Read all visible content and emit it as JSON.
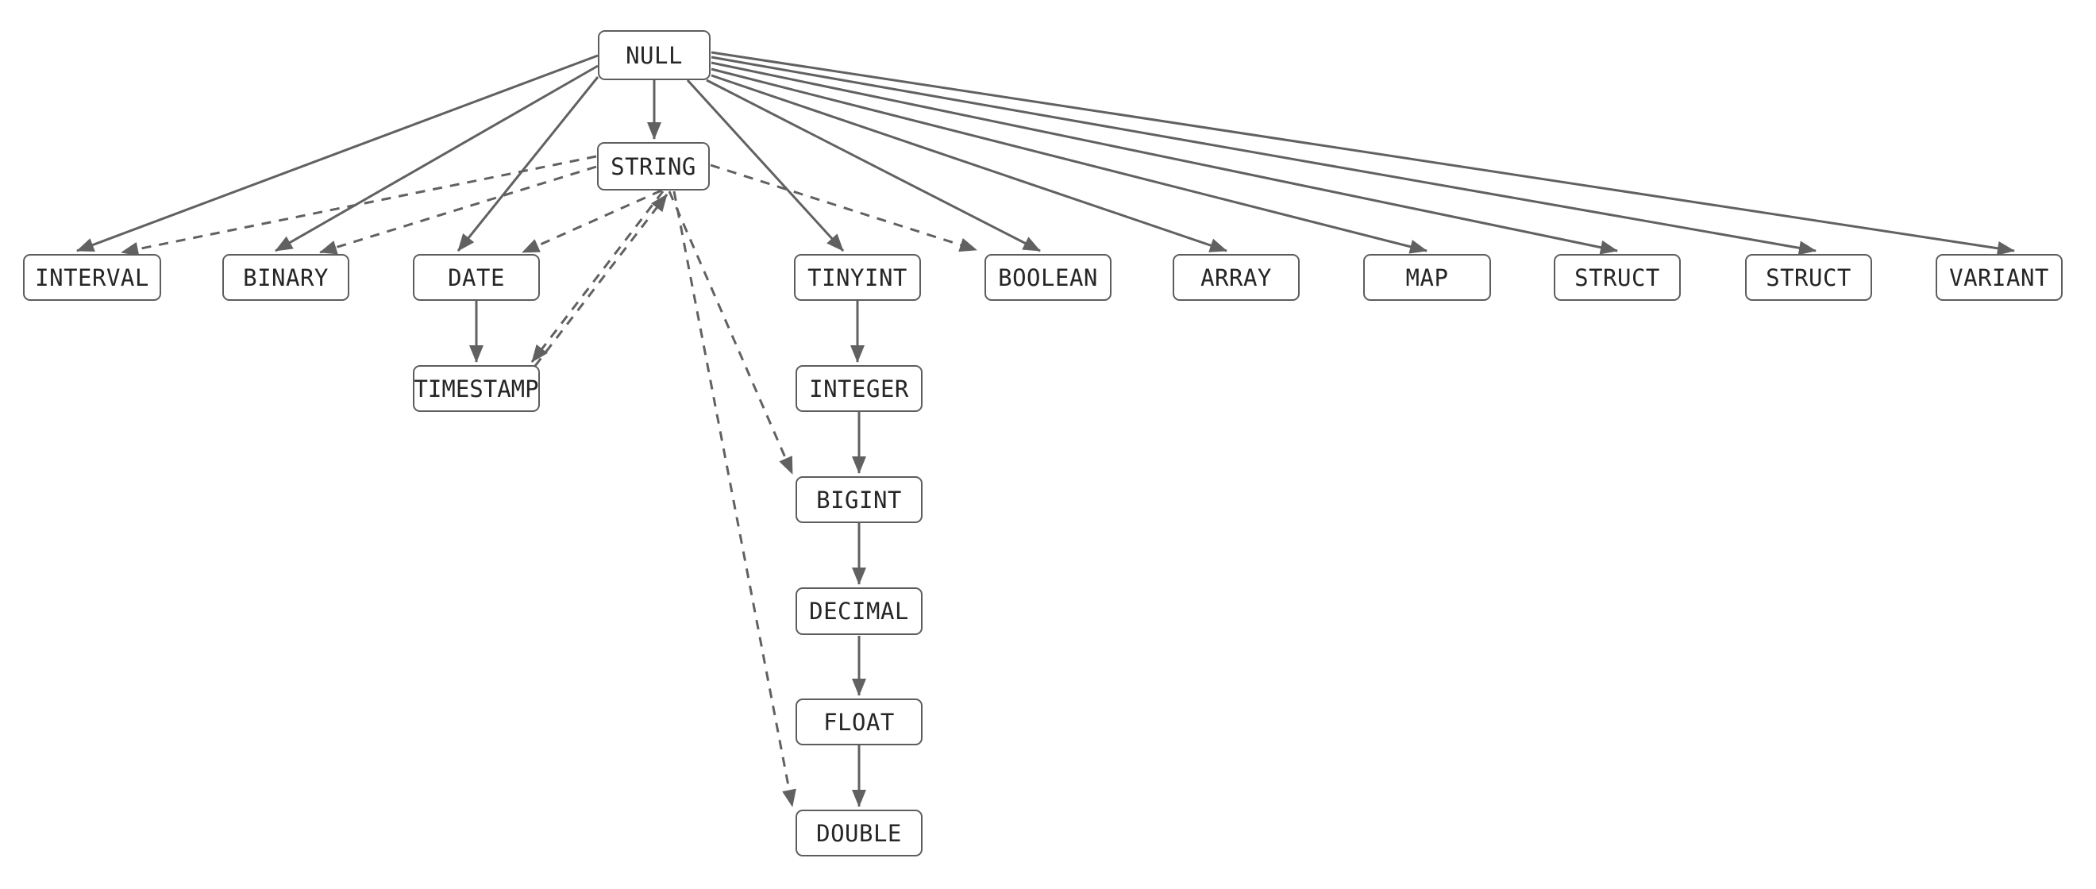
{
  "diagram": {
    "title": "",
    "colors": {
      "background": "#ffffff",
      "node_border": "#5d5d5d",
      "node_fill": "#ffffff",
      "edge_stroke": "#616161",
      "text": "#262626"
    },
    "nodes": {
      "null": "NULL",
      "string": "STRING",
      "interval": "INTERVAL",
      "binary": "BINARY",
      "date": "DATE",
      "tinyint": "TINYINT",
      "boolean": "BOOLEAN",
      "array": "ARRAY",
      "map": "MAP",
      "struct1": "STRUCT",
      "struct2": "STRUCT",
      "variant": "VARIANT",
      "timestamp": "TIMESTAMP",
      "integer": "INTEGER",
      "bigint": "BIGINT",
      "decimal": "DECIMAL",
      "float": "FLOAT",
      "double": "DOUBLE"
    },
    "edges": [
      {
        "from": "null",
        "to": "interval",
        "style": "solid"
      },
      {
        "from": "null",
        "to": "binary",
        "style": "solid"
      },
      {
        "from": "null",
        "to": "date",
        "style": "solid"
      },
      {
        "from": "null",
        "to": "string",
        "style": "solid"
      },
      {
        "from": "null",
        "to": "tinyint",
        "style": "solid"
      },
      {
        "from": "null",
        "to": "boolean",
        "style": "solid"
      },
      {
        "from": "null",
        "to": "array",
        "style": "solid"
      },
      {
        "from": "null",
        "to": "map",
        "style": "solid"
      },
      {
        "from": "null",
        "to": "struct1",
        "style": "solid"
      },
      {
        "from": "null",
        "to": "struct2",
        "style": "solid"
      },
      {
        "from": "null",
        "to": "variant",
        "style": "solid"
      },
      {
        "from": "date",
        "to": "timestamp",
        "style": "solid"
      },
      {
        "from": "tinyint",
        "to": "integer",
        "style": "solid"
      },
      {
        "from": "integer",
        "to": "bigint",
        "style": "solid"
      },
      {
        "from": "bigint",
        "to": "decimal",
        "style": "solid"
      },
      {
        "from": "decimal",
        "to": "float",
        "style": "solid"
      },
      {
        "from": "float",
        "to": "double",
        "style": "solid"
      },
      {
        "from": "string",
        "to": "interval",
        "style": "dashed"
      },
      {
        "from": "string",
        "to": "binary",
        "style": "dashed"
      },
      {
        "from": "string",
        "to": "date",
        "style": "dashed"
      },
      {
        "from": "string",
        "to": "timestamp",
        "style": "dashed"
      },
      {
        "from": "timestamp",
        "to": "string",
        "style": "dashed"
      },
      {
        "from": "string",
        "to": "bigint",
        "style": "dashed"
      },
      {
        "from": "string",
        "to": "double",
        "style": "dashed"
      },
      {
        "from": "string",
        "to": "boolean",
        "style": "dashed"
      }
    ]
  }
}
